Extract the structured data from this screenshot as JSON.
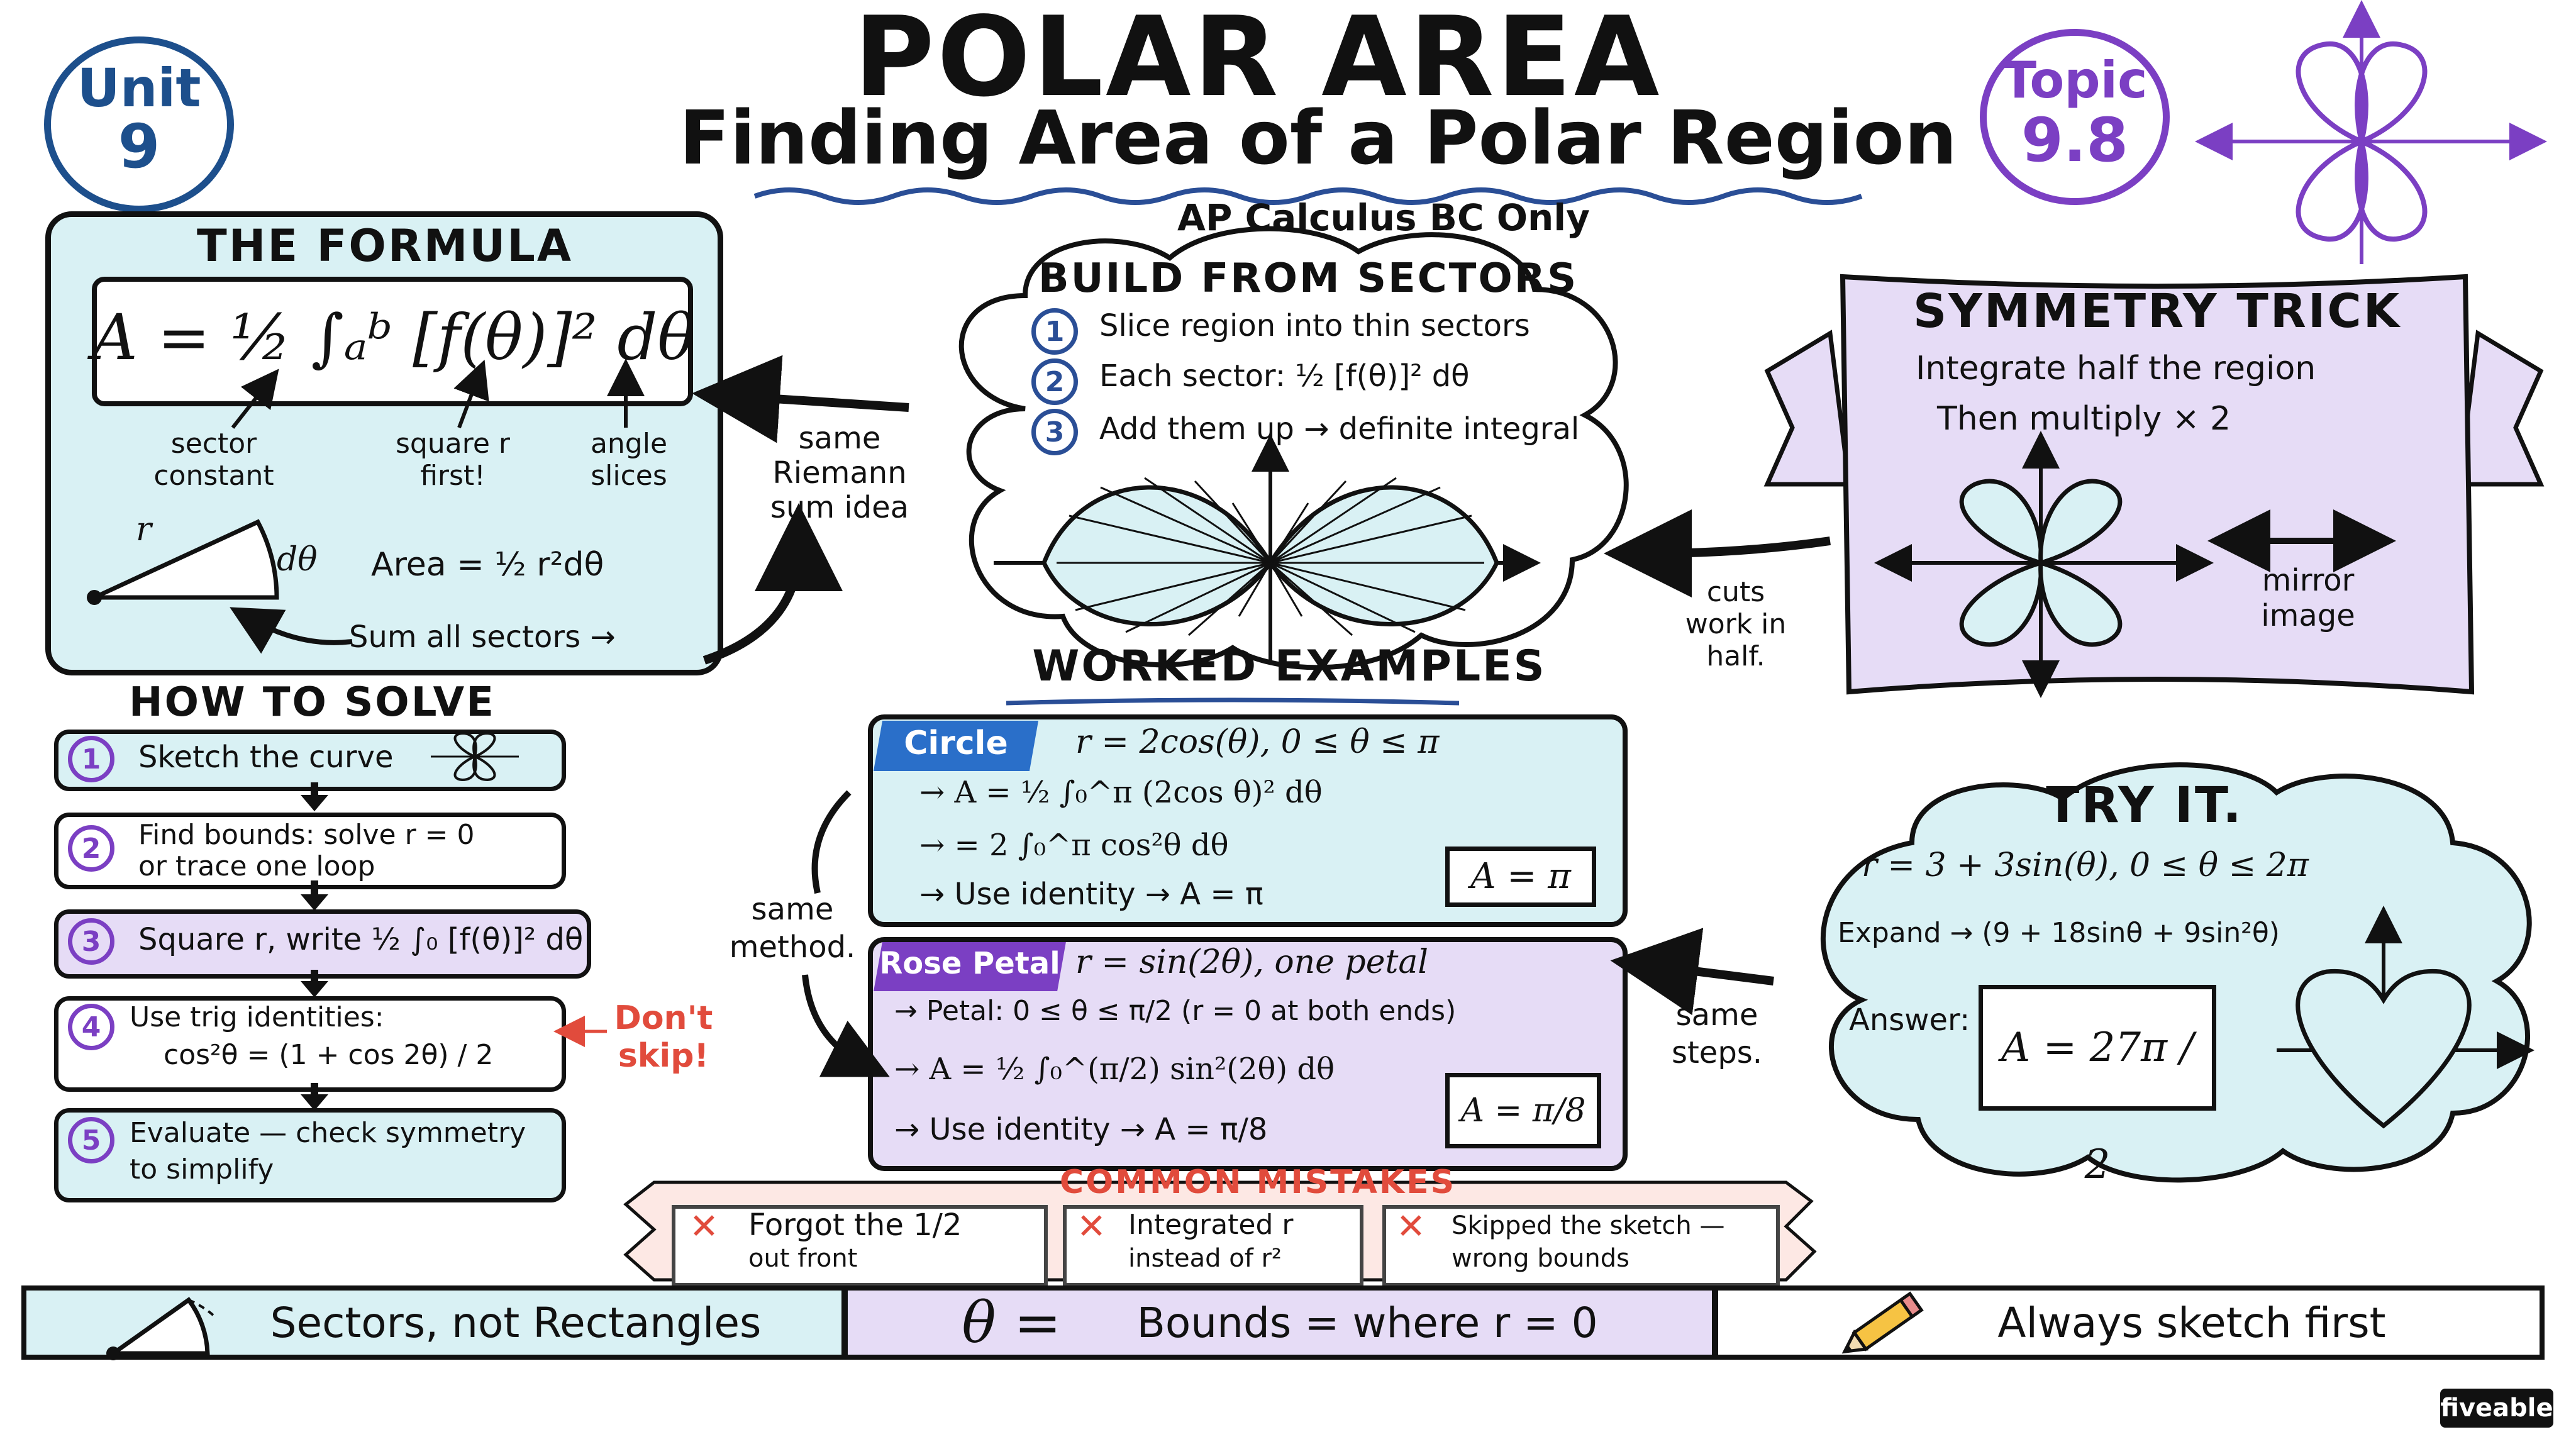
{
  "header": {
    "title": "POLAR AREA",
    "subtitle": "Finding Area of a Polar Region",
    "tagline": "AP Calculus BC Only",
    "unit_label": "Unit",
    "unit_number": "9",
    "topic_label": "Topic",
    "topic_number": "9.8"
  },
  "formula": {
    "heading": "THE FORMULA",
    "main": "A = ½ ∫ₐᵇ [f(θ)]² dθ",
    "annotations": [
      "sector\nconstant",
      "square r\nfirst!",
      "angle\nslices"
    ],
    "sector_r": "r",
    "sector_dtheta": "dθ",
    "area_formula": "Area = ½ r²dθ",
    "sum_label": "Sum all sectors →"
  },
  "riemann_note": "same\nRiemann\nsum idea",
  "build": {
    "heading": "BUILD FROM SECTORS",
    "steps": [
      {
        "n": "1",
        "text": "Slice region into thin sectors"
      },
      {
        "n": "2",
        "text": "Each sector: ½ [f(θ)]² dθ"
      },
      {
        "n": "3",
        "text": "Add them up → definite integral"
      }
    ]
  },
  "symmetry": {
    "heading": "SYMMETRY TRICK",
    "line1": "Integrate half the region",
    "line2": "Then multiply × 2",
    "mirror_label": "mirror\nimage",
    "cuts_note": "cuts\nwork in\nhalf."
  },
  "how_to_solve": {
    "heading": "HOW TO SOLVE",
    "steps": [
      {
        "n": "1",
        "line1": "Sketch the curve",
        "line2": ""
      },
      {
        "n": "2",
        "line1": "Find bounds: solve r = 0",
        "line2": "or trace one loop"
      },
      {
        "n": "3",
        "line1": "Square r, write ½ ∫₀ [f(θ)]² dθ",
        "line2": ""
      },
      {
        "n": "4",
        "line1": "Use trig identities:",
        "line2": "cos²θ = (1 + cos 2θ) / 2"
      },
      {
        "n": "5",
        "line1": "Evaluate — check symmetry",
        "line2": "to simplify"
      }
    ],
    "dont_skip": "Don't\nskip!"
  },
  "worked": {
    "heading": "WORKED EXAMPLES",
    "same_method": "same\nmethod.",
    "same_steps": "same\nsteps.",
    "circle": {
      "tag": "Circle",
      "equation": "r = 2cos(θ), 0 ≤ θ ≤ π",
      "lines": [
        "→  A = ½ ∫₀^π (2cos θ)² dθ",
        "→     = 2 ∫₀^π cos²θ dθ",
        "→  Use identity  →  A = π"
      ],
      "answer": "A = π"
    },
    "rose": {
      "tag": "Rose Petal",
      "equation": "r = sin(2θ), one petal",
      "lines": [
        "→  Petal:  0 ≤ θ ≤ π/2   (r = 0 at both ends)",
        "→  A = ½ ∫₀^(π/2) sin²(2θ) dθ",
        "→  Use identity  →  A = π/8"
      ],
      "answer": "A = π/8"
    }
  },
  "try_it": {
    "heading": "TRY IT.",
    "equation": "r = 3 + 3sin(θ),  0 ≤ θ ≤ 2π",
    "expand": "Expand → (9 + 18sinθ + 9sin²θ)",
    "answer_label": "Answer:",
    "answer": "A = 27π / 2"
  },
  "mistakes": {
    "heading": "COMMON MISTAKES",
    "items": [
      {
        "line1": "Forgot the 1/2",
        "line2": "out front"
      },
      {
        "line1": "Integrated r",
        "line2": "instead of r²"
      },
      {
        "line1": "Skipped the sketch —",
        "line2": "wrong bounds"
      }
    ]
  },
  "banner": {
    "left": "Sectors, not Rectangles",
    "middle_symbol": "θ =",
    "middle": "Bounds = where r = 0",
    "right": "Always sketch first"
  },
  "brand": "fiveable",
  "colors": {
    "teal_fill": "#d9f1f4",
    "purple_fill": "#e6dcf6",
    "blue_accent": "#2a4e96",
    "purple_accent": "#7b3fc3",
    "red_accent": "#e14b3c"
  }
}
